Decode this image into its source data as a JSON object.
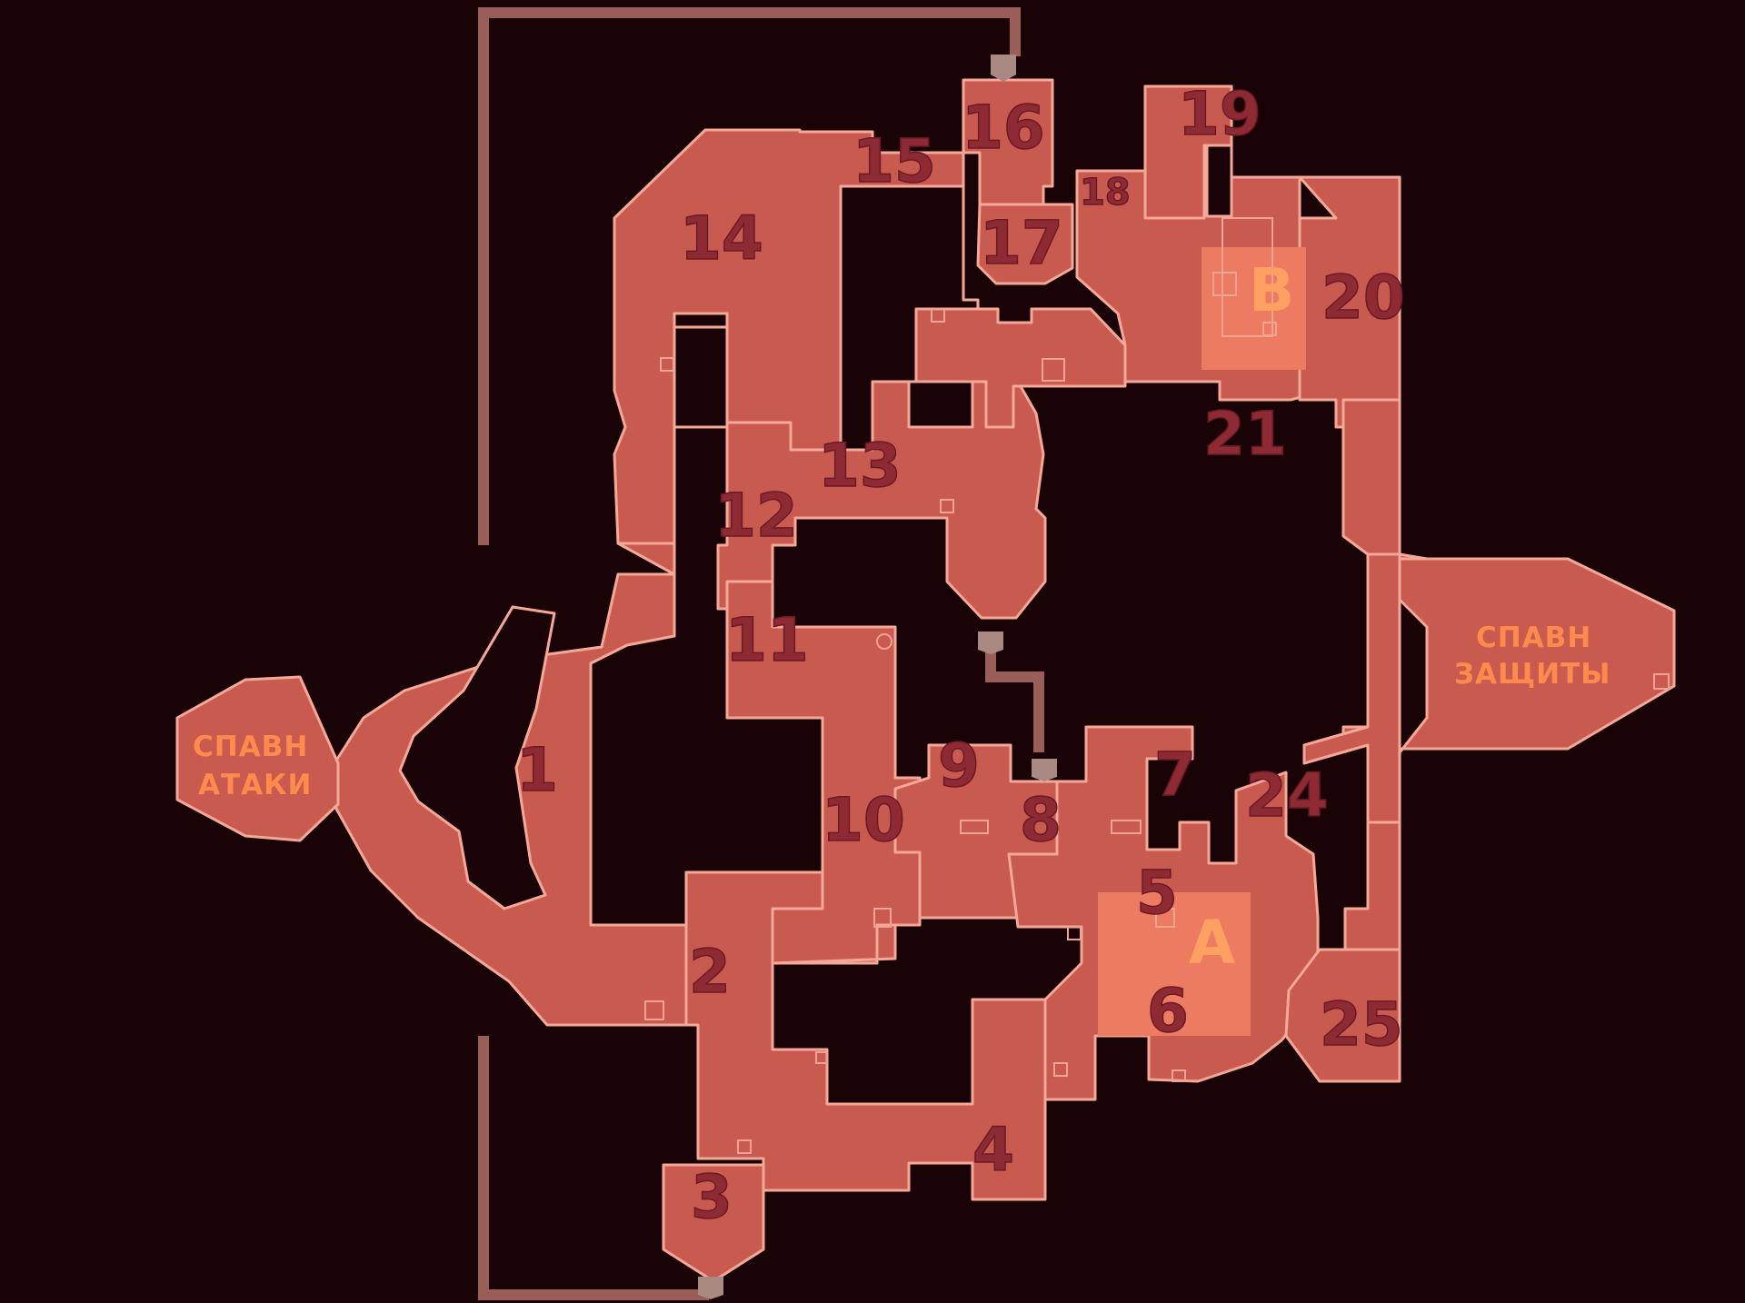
{
  "spawns": {
    "attack": [
      "СПАВН",
      "АТАКИ"
    ],
    "defense": [
      "СПАВН",
      "ЗАЩИТЫ"
    ]
  },
  "sites": {
    "a": "A",
    "b": "B"
  },
  "callouts": {
    "c1": "1",
    "c2": "2",
    "c3": "3",
    "c4": "4",
    "c5": "5",
    "c6": "6",
    "c7": "7",
    "c8": "8",
    "c9": "9",
    "c10": "10",
    "c11": "11",
    "c12": "12",
    "c13": "13",
    "c14": "14",
    "c15": "15",
    "c16": "16",
    "c17": "17",
    "c18": "18",
    "c19": "19",
    "c20": "20",
    "c21": "21",
    "c24": "24",
    "c25": "25"
  },
  "colors": {
    "background": "#1a0306",
    "floor": "#c95a50",
    "outline": "#f4a898",
    "site_zone": "#ec7b62",
    "callout_text": "#8e2a33",
    "spawn_text": "#ff8a4e",
    "site_text": "#ffa063"
  }
}
